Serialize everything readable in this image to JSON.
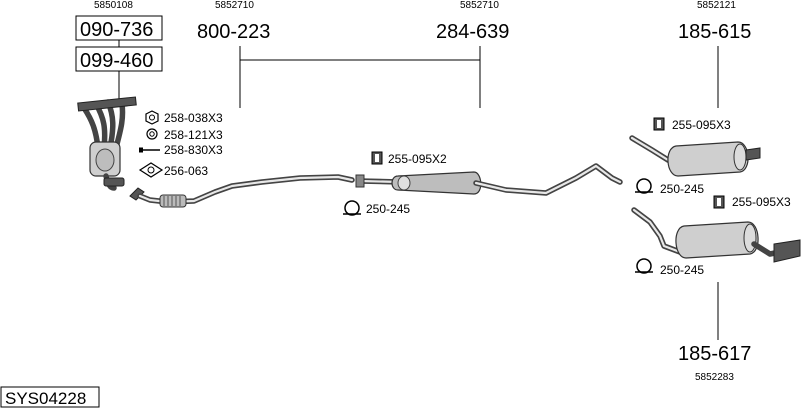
{
  "title_code": "SYS04228",
  "oe_numbers": {
    "manifold": "5850108",
    "front_pipe": "5852710",
    "center_silencer": "5852710",
    "rear_upper": "5852121",
    "rear_lower": "5852283"
  },
  "parts": {
    "manifold_a": "090-736",
    "manifold_b": "099-460",
    "front_pipe": "800-223",
    "center_silencer": "284-639",
    "rear_upper": "185-615",
    "rear_lower": "185-617"
  },
  "accessories": {
    "nut": "258-038X3",
    "ring": "258-121X3",
    "bolt": "258-830X3",
    "gasket": "256-063",
    "center_mount": "255-095X2",
    "center_clamp": "250-245",
    "rear_upper_mount": "255-095X3",
    "rear_upper_clamp": "250-245",
    "rear_lower_mount": "255-095X3",
    "rear_lower_clamp": "250-245"
  }
}
